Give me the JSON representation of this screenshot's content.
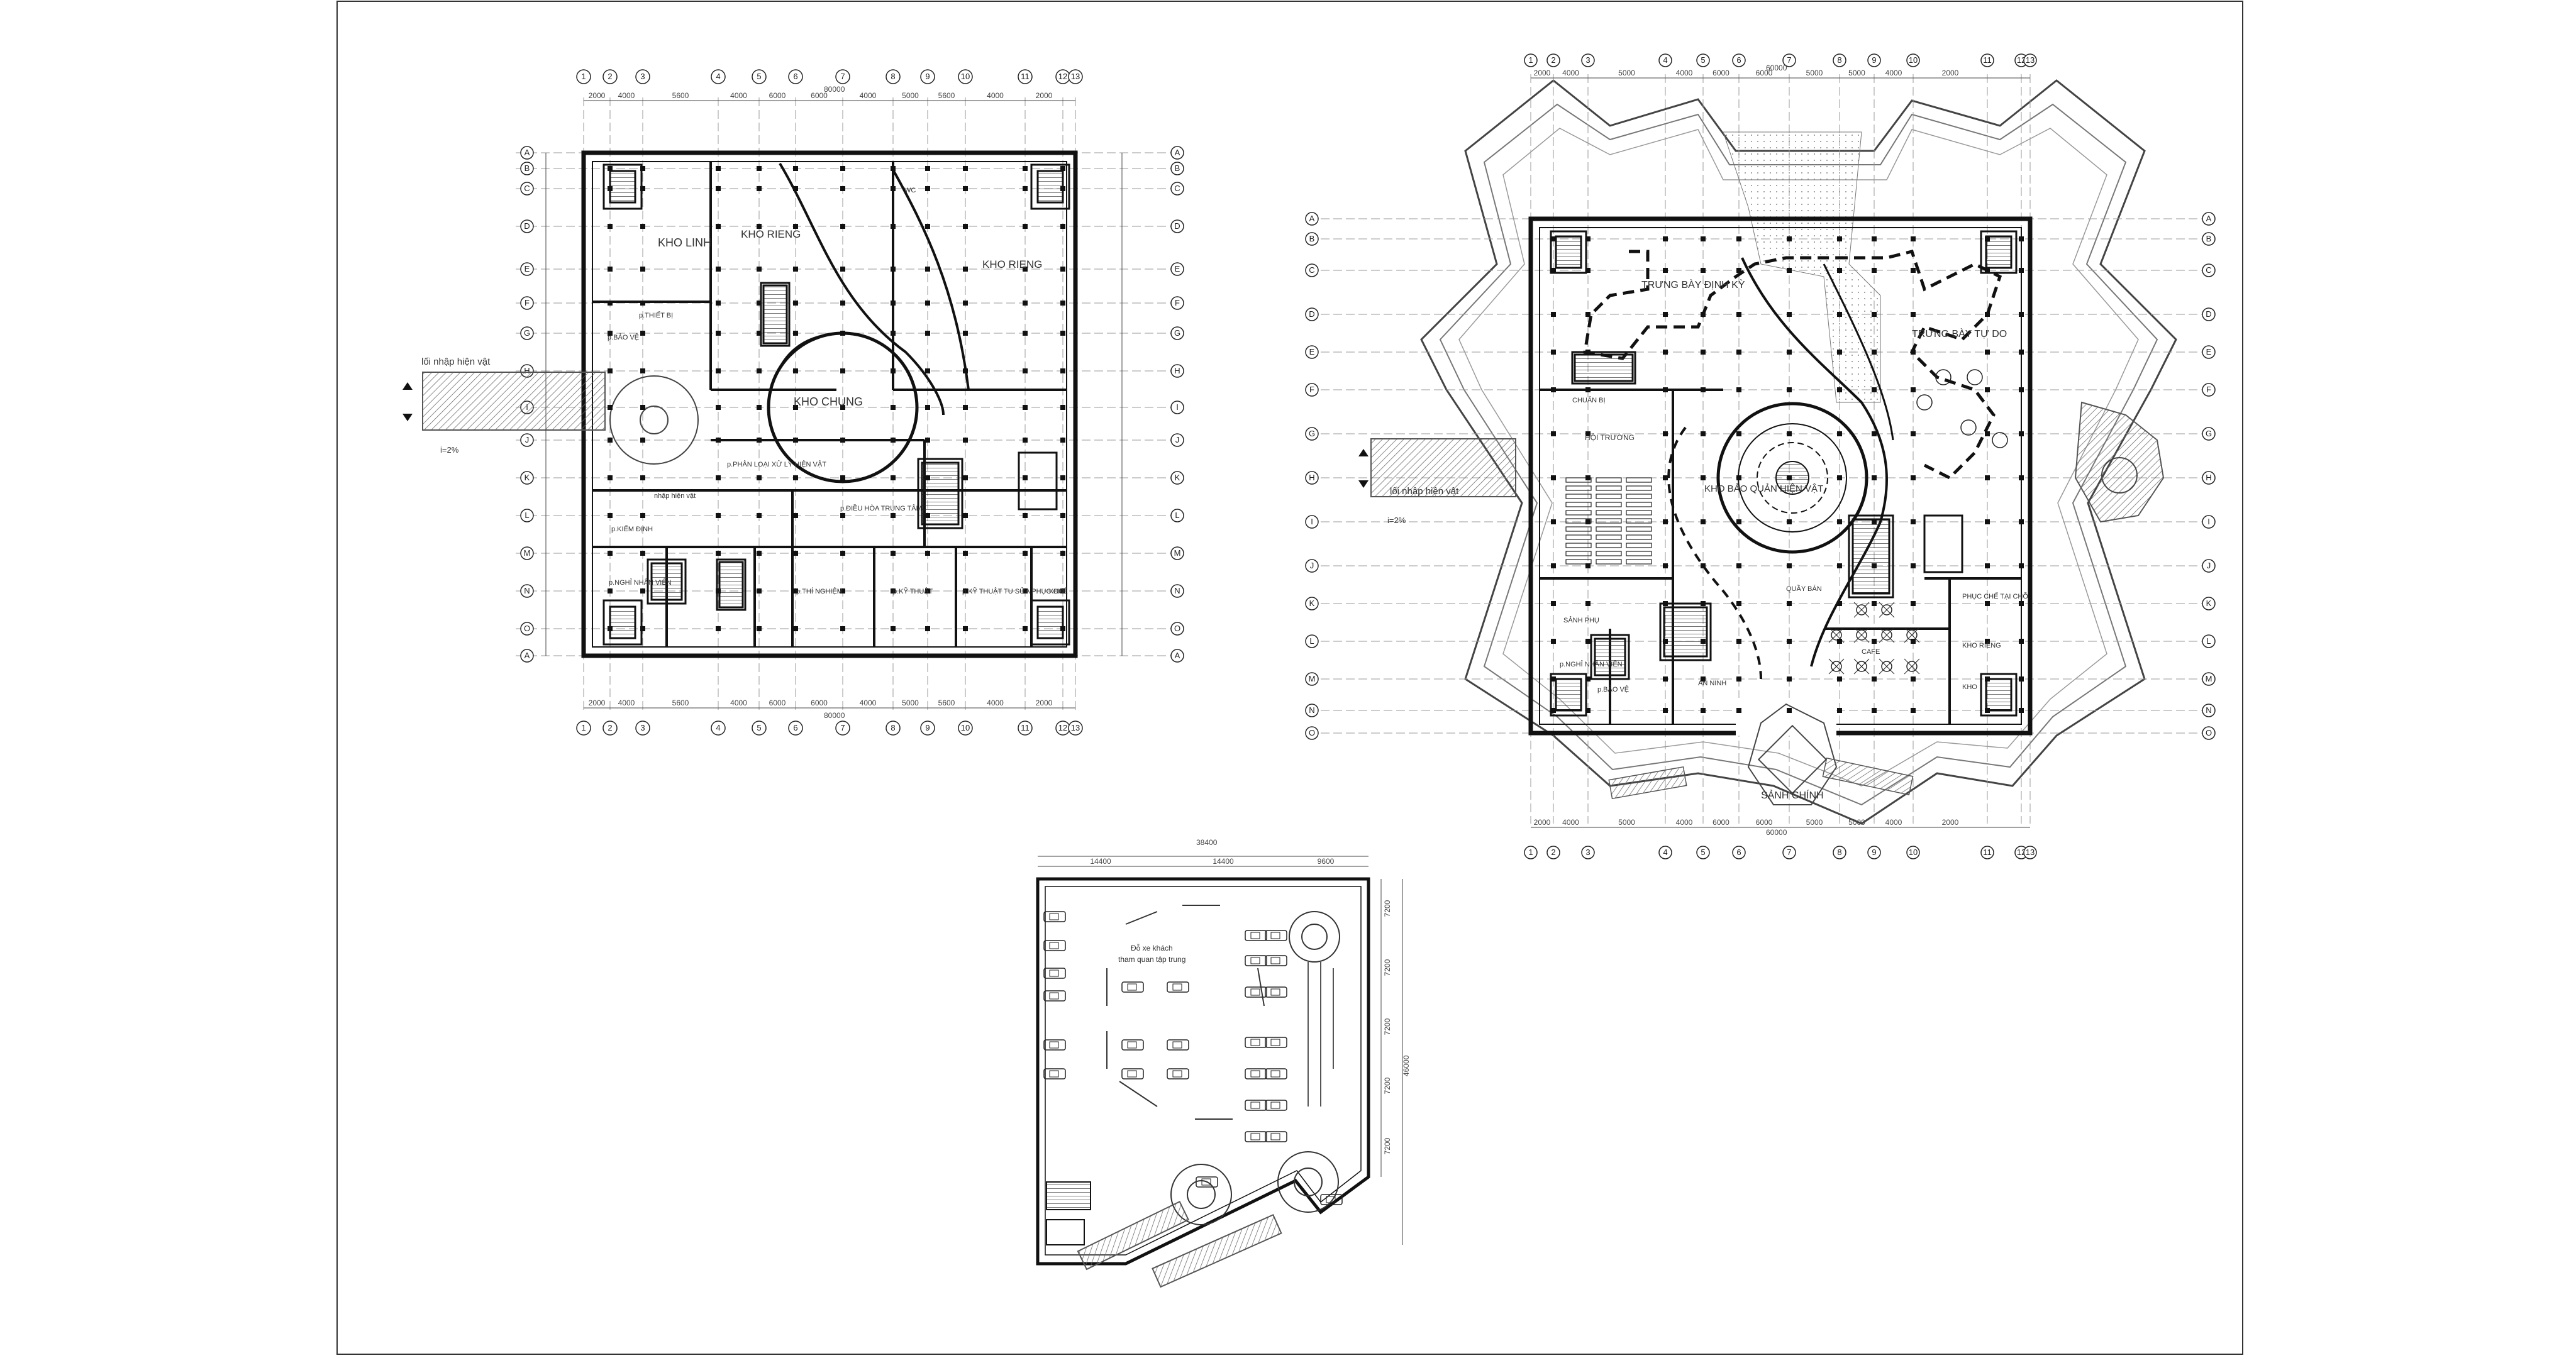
{
  "colors": {
    "line": "#111111",
    "grid": "#9a9a9a",
    "hatch": "#555555",
    "paper": "#ffffff"
  },
  "plan_left": {
    "axes_top": [
      "1",
      "2",
      "3",
      "4",
      "5",
      "6",
      "7",
      "8",
      "9",
      "10",
      "11",
      "12",
      "13"
    ],
    "axes_side": [
      "A",
      "B",
      "C",
      "D",
      "E",
      "F",
      "G",
      "H",
      "I",
      "J",
      "K",
      "L",
      "M",
      "N",
      "O"
    ],
    "dims_top": [
      "2000",
      "4000",
      "5600",
      "4000",
      "6000",
      "6000",
      "4000",
      "5000",
      "5600",
      "4000",
      "2000"
    ],
    "dim_total": "80000",
    "entrance_label": "lối nhập hiện vật",
    "slope_label": "i=2%",
    "rooms": {
      "kho_linh": "KHO LINH",
      "kho_rieng_1": "KHO RIENG",
      "kho_rieng_2": "KHO RIENG",
      "kho_chung": "KHO CHUNG",
      "p_thiet_bi": "p.THIẾT BỊ",
      "p_bao_ve": "p.BẢO VỆ",
      "p_nghi": "p.NGHỈ NHÂN VIÊN",
      "p_kiem_dinh": "p.KIỂM ĐỊNH",
      "nhap_hien_vat": "nhập hiện vật",
      "p_xu_ly": "p.PHÂN LOẠI XỬ LÝ HIỆN VẬT",
      "p_thi_nghiem": "p.THÍ NGHIỆM",
      "kho_small": "KHO",
      "p_ky_thuat": "p.KỸ THUẬT TU SỬA PHỤC CHẾ",
      "p_dieu_hoa": "p.ĐIỀU HÒA TRUNG TÂM",
      "p_ky_thuat_2": "p.KỸ THUẬT",
      "wc": "WC"
    }
  },
  "plan_right": {
    "axes_top": [
      "1",
      "2",
      "3",
      "4",
      "5",
      "6",
      "7",
      "8",
      "9",
      "10",
      "11",
      "12",
      "13"
    ],
    "dims_top": [
      "2000",
      "4000",
      "5000",
      "4000",
      "6000",
      "6000",
      "5000",
      "5000",
      "4000",
      "2000"
    ],
    "dim_total": "60000",
    "entrance_label": "lối nhập hiện vật",
    "slope_label": "i=2%",
    "main_hall": "SẢNH CHÍNH",
    "rooms": {
      "trung_bay_dinh_ky": "TRƯNG BÀY ĐỊNH KỲ",
      "trung_bay_tu_do": "TRƯNG BÀY TỰ DO",
      "kho_hien_vat": "KHO BẢO QUẢN HIỆN VẬT",
      "hoi_truong": "HỘI TRƯỜNG",
      "sanh_phu": "SẢNH PHỤ",
      "an_ninh": "AN NINH",
      "cafe": "CAFE",
      "phuc_che": "PHỤC CHẾ TẠI CHỖ",
      "kho_rieng": "KHO RIÊNG",
      "quay_bo": "QUẦY BÁN",
      "p_nghi": "p.NGHỈ NHÂN VIÊN",
      "p_bao_ve": "p.BẢO VỆ",
      "kho": "KHO",
      "chuan_bi": "CHUẨN BỊ"
    }
  },
  "plan_parking": {
    "dims_top": [
      "14400",
      "14400",
      "9600"
    ],
    "dim_total": "38400",
    "dims_side": [
      "7200",
      "7200",
      "7200",
      "7200",
      "7200"
    ],
    "dim_side_total": "46000",
    "label_line1": "Đỗ xe khách",
    "label_line2": "tham quan tập trung"
  }
}
